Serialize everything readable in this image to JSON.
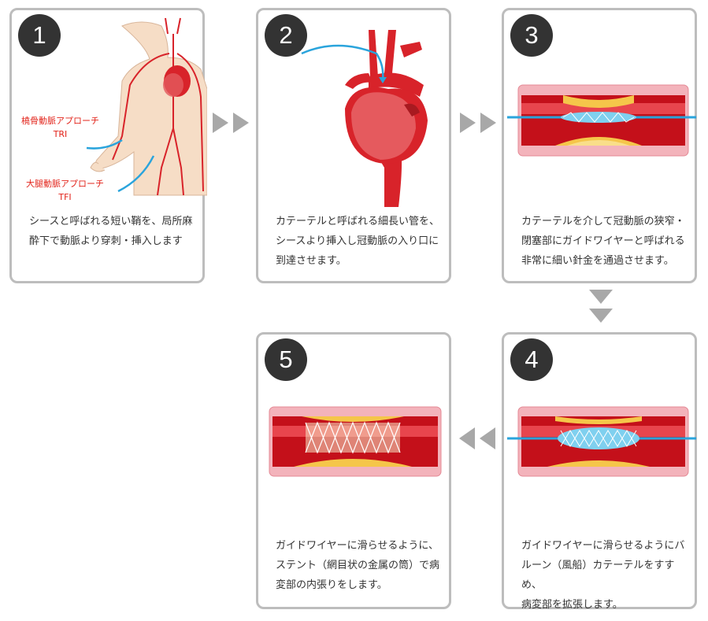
{
  "steps": [
    {
      "number": "1",
      "text": "シースと呼ばれる短い鞘を、局所麻\n酔下で動脈より穿刺・挿入します"
    },
    {
      "number": "2",
      "text": "カテーテルと呼ばれる細長い管を、\nシースより挿入し冠動脈の入り口に\n到達させます。"
    },
    {
      "number": "3",
      "text": "カテーテルを介して冠動脈の狭窄・\n閉塞部にガイドワイヤーと呼ばれる\n非常に細い針金を通過させます。"
    },
    {
      "number": "4",
      "text": "ガイドワイヤーに滑らせるようにバ\nルーン（風船）カテーテルをすすめ、\n病変部を拡張します。"
    },
    {
      "number": "5",
      "text": "ガイドワイヤーに滑らせるように、\nステント（網目状の金属の筒）で病\n変部の内張りをします。"
    }
  ],
  "labels": {
    "tri": "橈骨動脈アプローチ\nTRI",
    "tfi": "大腿動脈アプローチ\nTFI"
  },
  "colors": {
    "border": "#bdbdbd",
    "badge": "#333333",
    "arrow": "#a8a8a8",
    "artery_red": "#d8232a",
    "vessel_wall": "#f3b3bb",
    "plaque": "#f5c64a",
    "wire_blue": "#2aa4dc",
    "skin": "#f6ddc6",
    "label_red": "#e2231a"
  },
  "icons": [
    "body-artery-illustration",
    "heart-catheter-illustration",
    "vessel-guidewire-illustration",
    "vessel-balloon-illustration",
    "vessel-stent-illustration",
    "next-arrow-icon"
  ]
}
